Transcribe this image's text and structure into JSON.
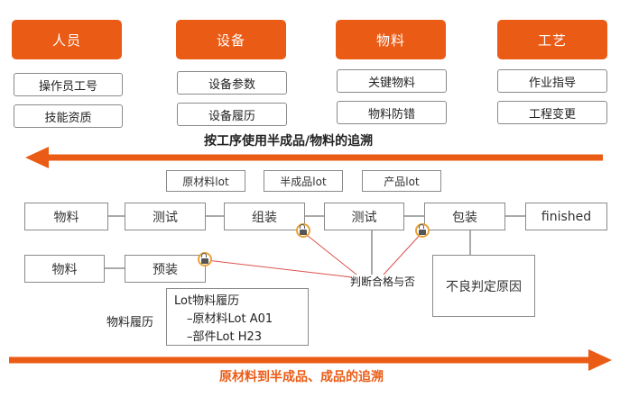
{
  "categories": [
    {
      "title": "人员",
      "items": [
        "操作员工号",
        "技能资质"
      ]
    },
    {
      "title": "设备",
      "items": [
        "设备参数",
        "设备履历"
      ]
    },
    {
      "title": "物料",
      "items": [
        "关键物料",
        "物料防错"
      ]
    },
    {
      "title": "工艺",
      "items": [
        "作业指导",
        "工程变更"
      ]
    }
  ],
  "backward_trace_label": "按工序使用半成品/物料的追溯",
  "lots": [
    "原材料lot",
    "半成品lot",
    "产品lot"
  ],
  "process_steps": [
    "物料",
    "测试",
    "组装",
    "测试",
    "包装",
    "finished"
  ],
  "sub_steps": [
    "物料",
    "预装"
  ],
  "judge_label": "判断合格与否",
  "defect_label": "不良判定原因",
  "history_label": "物料履历",
  "history_box": {
    "title": "Lot物料履历",
    "lines": [
      "–原材料Lot A01",
      "–部件Lot H23"
    ]
  },
  "forward_trace_label": "原材料到半成品、成品的追溯",
  "colors": {
    "accent": "#ea5b15",
    "border": "#8a8a8a",
    "link": "#d9534f"
  },
  "icons": [
    "lock-icon"
  ]
}
